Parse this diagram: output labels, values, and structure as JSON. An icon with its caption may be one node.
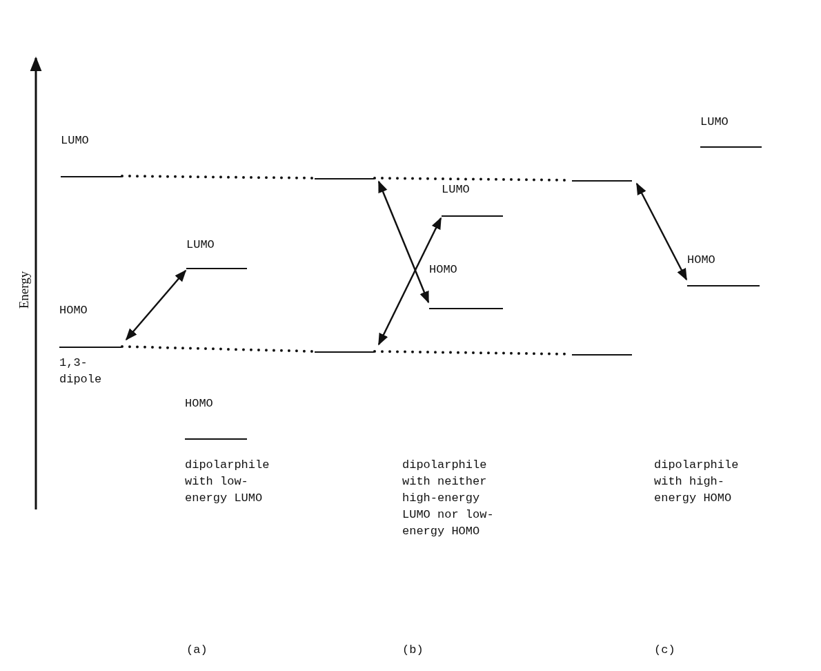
{
  "diagram": {
    "nodes": [
      {
        "text": [
          "LUMO"
        ]
      },
      {
        "text": [
          "HOMO"
        ],
        "beside": [
          "1,3- dipole"
        ]
      },
      {
        "text": [
          "LUMO"
        ]
      },
      {
        "text": [
          "HOMO"
        ]
      },
      {
        "text": [],
        "shape": "bar"
      },
      {
        "text": [],
        "shape": "bar"
      },
      {
        "text": [
          "LUMO"
        ]
      },
      {
        "text": [
          "HOMO"
        ]
      },
      {
        "text": [],
        "shape": "bar"
      },
      {
        "text": [],
        "shape": "bar"
      },
      {
        "text": [
          "LUMO"
        ]
      },
      {
        "text": [
          "HOMO"
        ]
      }
    ],
    "edges": [
      {
        "from": 0,
        "to": 4,
        "arrow": "none",
        "style": "dashed"
      },
      {
        "from": 4,
        "to": 8,
        "arrow": "none",
        "style": "dashed"
      },
      {
        "from": 1,
        "to": 5,
        "arrow": "none",
        "style": "dashed"
      },
      {
        "from": 5,
        "to": 9,
        "arrow": "none",
        "style": "dashed"
      },
      {
        "from": 1,
        "to": 2,
        "arrow": "both"
      },
      {
        "from": 5,
        "to": 6,
        "arrow": "both"
      },
      {
        "from": 4,
        "to": 7,
        "arrow": "both"
      },
      {
        "from": 8,
        "to": 11,
        "arrow": "both"
      }
    ],
    "labels": [
      "Energy",
      "dipolarphile with low-energy LUMO",
      "dipolarphile with neither high-energy LUMO nor low-energy HOMO",
      "dipolarphile with high-energy HOMO",
      "(a)",
      "(b)",
      "(c)"
    ]
  }
}
